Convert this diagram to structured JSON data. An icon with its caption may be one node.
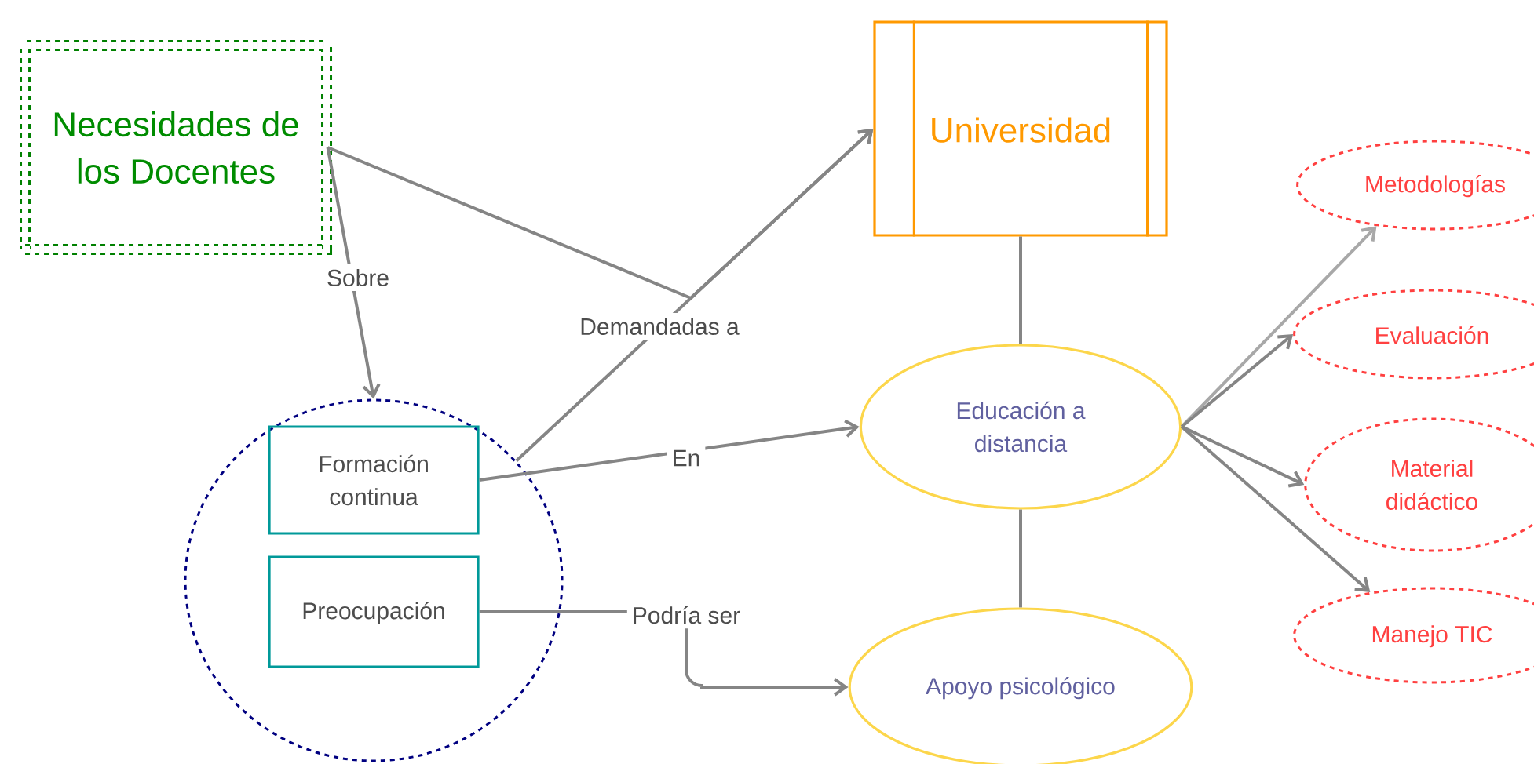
{
  "diagram": {
    "nodes": [
      {
        "text": [
          "Necesidades de los Docentes"
        ]
      },
      {
        "text": [
          "Universidad"
        ]
      },
      {
        "text": [],
        "shape": "circle"
      },
      {
        "text": [
          "Formación continua"
        ],
        "in": 2
      },
      {
        "text": [
          "Preocupación"
        ],
        "in": 2
      },
      {
        "text": [
          "Educación a distancia"
        ]
      },
      {
        "text": [
          "Apoyo psicológico"
        ]
      },
      {
        "text": [
          "Metodologías"
        ]
      },
      {
        "text": [
          "Evaluación"
        ]
      },
      {
        "text": [
          "Material didáctico"
        ]
      },
      {
        "text": [
          "Manejo TIC"
        ]
      }
    ],
    "edges": [
      {
        "from": 0,
        "to": 2,
        "arrow": "to",
        "label": "Sobre"
      },
      {
        "from": 0,
        "to": 1,
        "arrow": "to",
        "label": "Demandadas a"
      },
      {
        "from": 2,
        "to": 1,
        "arrow": "to"
      },
      {
        "from": 3,
        "to": 5,
        "arrow": "to",
        "label": "En"
      },
      {
        "from": 4,
        "to": 6,
        "arrow": "to",
        "label": "Podría ser"
      },
      {
        "from": 1,
        "to": 5,
        "arrow": "none"
      },
      {
        "from": 5,
        "to": 6,
        "arrow": "none"
      },
      {
        "from": 5,
        "to": 7,
        "arrow": "to",
        "color": "#a8a8a8"
      },
      {
        "from": 5,
        "to": 8,
        "arrow": "to"
      },
      {
        "from": 5,
        "to": 9,
        "arrow": "to"
      },
      {
        "from": 5,
        "to": 10,
        "arrow": "to"
      }
    ]
  }
}
